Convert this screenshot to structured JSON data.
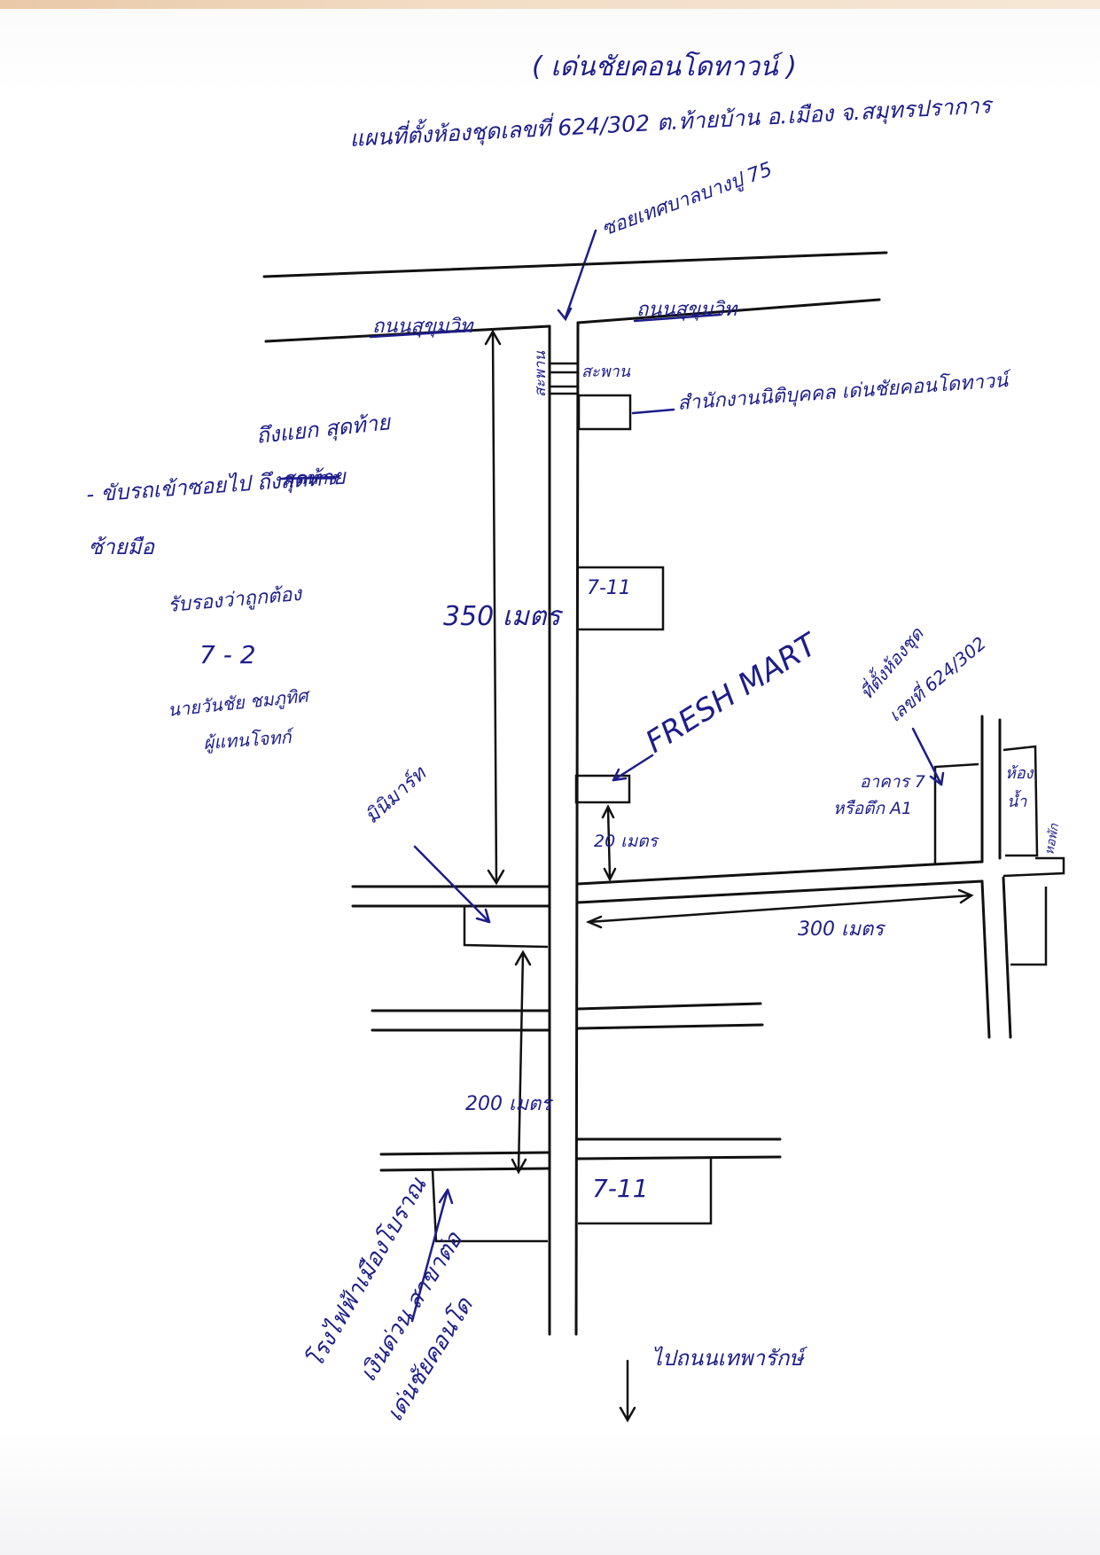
{
  "header": {
    "title_paren": "( เด่นชัยคอนโดทาวน์ )",
    "subtitle": "แผนที่ตั้งห้องชุดเลขที่ 624/302 ต.ท้ายบ้าน อ.เมือง จ.สมุทรปราการ",
    "soi_label": "ซอยเทศบาลบางปู 75"
  },
  "roads": {
    "sukhumvit_left": "ถนนสุขุมวิท",
    "sukhumvit_right": "ถนนสุขุมวิท",
    "bridge_left": "สะพาน",
    "bridge_right": "สะพาน",
    "to_bottom": "ไปถนนเทพารักษ์"
  },
  "landmarks": {
    "sales_office": "สำนักงานนิติบุคคล เด่นชัยคอนโดทาวน์",
    "seven_eleven_top": "7-11",
    "seven_eleven_bottom": "7-11",
    "fresh_mart": "FRESH MART",
    "minimart": "มินิมาร์ท",
    "bottom_shop_1": "โรงไฟฟ้าเมืองโบราณ",
    "bottom_shop_2": "เงินด่วน สาขาต่อ",
    "bottom_shop_3": "เด่นชัยคอนโด",
    "unit_label_1": "ที่ตั้งห้องชุด",
    "unit_label_2": "เลขที่ 624/302",
    "building_1": "อาคาร 7",
    "building_2": "หรือตึก A1",
    "room_1": "ห้อง",
    "room_2": "น้ำ",
    "right_edge": "หอพัก"
  },
  "distances": {
    "d350": "350 เมตร",
    "d20": "20 เมตร",
    "d300": "300 เมตร",
    "d200": "200 เมตร"
  },
  "notes": {
    "line1": "ถึงแยก สุดท้าย",
    "line2": "- ขับรถเข้าซอยไป ถึงสุดท้าย",
    "line2_struck": "สุดทาง",
    "line3": "ซ้ายมือ",
    "line4": "รับรองว่าถูกต้อง",
    "line5": "7 - 2",
    "line6": "นายวันชัย ชมภูทิศ",
    "line7": "ผู้แทนโจทก์"
  }
}
